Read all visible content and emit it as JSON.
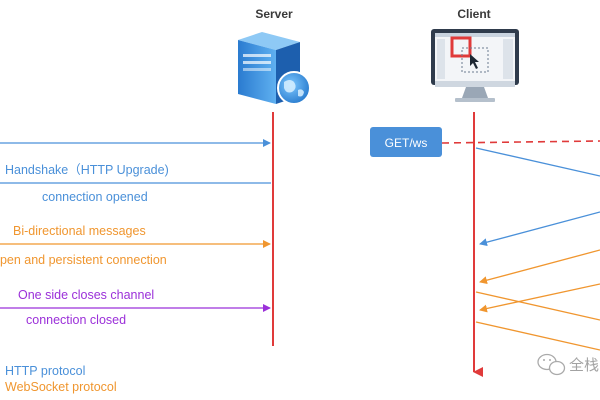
{
  "server": {
    "label": "Server"
  },
  "client": {
    "label": "Client"
  },
  "request": {
    "label": "GET/ws"
  },
  "messages": [
    {
      "label": "Handshake（HTTP Upgrade)",
      "kind": "http"
    },
    {
      "label": "connection opened",
      "kind": "http"
    },
    {
      "label": "Bi-directional messages",
      "kind": "ws"
    },
    {
      "label": "open and persistent connection",
      "kind": "ws"
    },
    {
      "label": "One side closes channel",
      "kind": "close"
    },
    {
      "label": "connection closed",
      "kind": "close"
    }
  ],
  "legend": [
    {
      "label": "HTTP protocol",
      "kind": "http"
    },
    {
      "label": "WebSocket protocol",
      "kind": "ws"
    }
  ],
  "watermark": "全栈",
  "colors": {
    "http": "#4a90d9",
    "ws": "#f0962f",
    "close": "#9b30d9",
    "lifeline": "#e03a3a",
    "request_box": "#4a90d9",
    "text_dark": "#3a3a3a"
  },
  "icons": {
    "server": "server-globe-icon",
    "client": "monitor-icon",
    "watermark": "wechat-icon"
  }
}
